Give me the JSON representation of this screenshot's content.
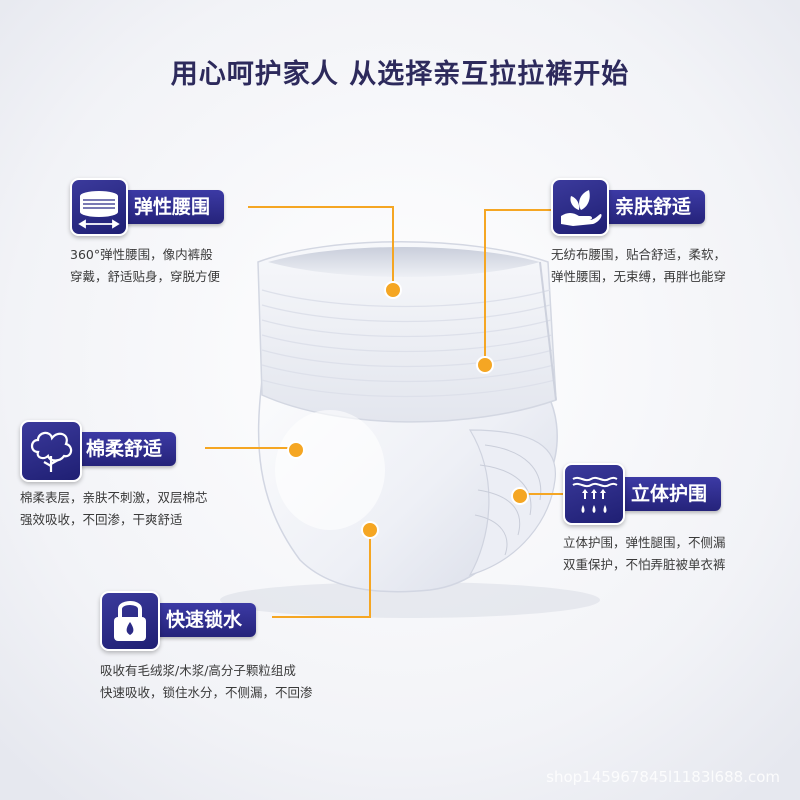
{
  "title": "用心呵护家人 从选择亲互拉拉裤开始",
  "features": [
    {
      "id": "waist",
      "label": "弹性腰围",
      "icon": "elastic-waistband-icon",
      "lines": [
        "360°弹性腰围，像内裤般",
        "穿戴，舒适贴身，穿脱方便"
      ]
    },
    {
      "id": "skin",
      "label": "亲肤舒适",
      "icon": "hand-leaf-icon",
      "lines": [
        "无纺布腰围，贴合舒适，柔软，",
        "弹性腰围，无束缚，再胖也能穿"
      ]
    },
    {
      "id": "cotton",
      "label": "棉柔舒适",
      "icon": "cotton-icon",
      "lines": [
        "棉柔表层，亲肤不刺激，双层棉芯",
        "强效吸收，不回渗，干爽舒适"
      ]
    },
    {
      "id": "guard",
      "label": "立体护围",
      "icon": "waves-drops-icon",
      "lines": [
        "立体护围，弹性腿围，不侧漏",
        "双重保护，不怕弄脏被单衣裤"
      ]
    },
    {
      "id": "lock",
      "label": "快速锁水",
      "icon": "water-lock-icon",
      "lines": [
        "吸收有毛绒浆/木浆/高分子颗粒组成",
        "快速吸收，锁住水分，不侧漏，不回渗"
      ]
    }
  ],
  "watermark": "shop145967845l1183l688.com",
  "colors": {
    "accent": "#f5a623",
    "badge": "#2b2a86",
    "title": "#2d2a5c"
  }
}
